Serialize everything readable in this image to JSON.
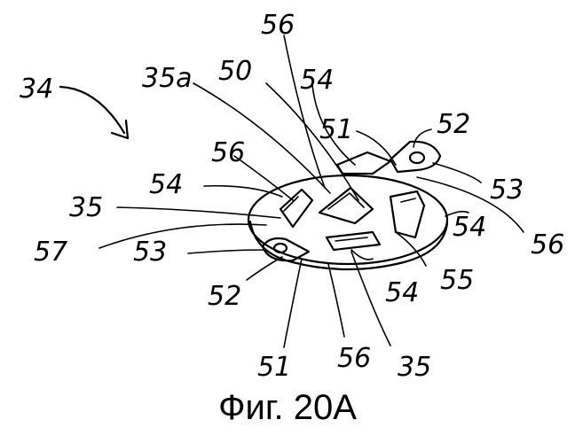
{
  "figure": {
    "caption": "Фиг. 20А",
    "labels": {
      "r34": "34",
      "r35a": "35a",
      "r50": "50",
      "r56_top": "56",
      "r54_top": "54",
      "r51_top": "51",
      "r52_top": "52",
      "r53_right": "53",
      "r56_left": "56",
      "r54_left": "54",
      "r35_left": "35",
      "r57": "57",
      "r53_left": "53",
      "r54_right": "54",
      "r56_right": "56",
      "r55": "55",
      "r54_bottom": "54",
      "r52_bottom": "52",
      "r51_bottom": "51",
      "r56_bottom": "56",
      "r35_bottom": "35"
    }
  }
}
